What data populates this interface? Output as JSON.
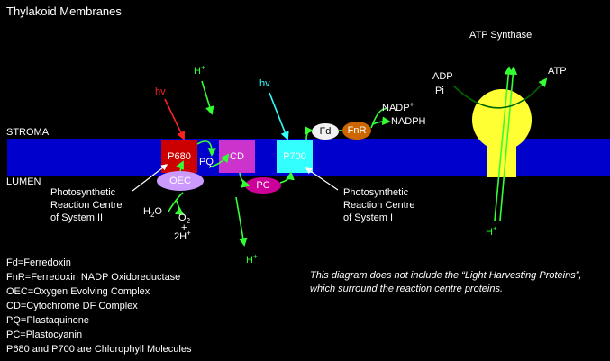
{
  "title": "Thylakoid Membranes",
  "labels": {
    "stroma": "STROMA",
    "lumen": "LUMEN",
    "atp_synthase": "ATP Synthase",
    "adp": "ADP",
    "pi": "Pi",
    "atp": "ATP",
    "hv1": "hv",
    "hv2": "hv",
    "h_top": "H",
    "h_bottom": "H",
    "h_right": "H",
    "plus": "+",
    "nadp": "NADP",
    "nadph": "NADPH",
    "h2o_h": "H",
    "h2o_sub": "2",
    "h2o_o": "O",
    "o2_o": "O",
    "o2_sub": "2",
    "h2o_plus": "+",
    "twoh": "2H",
    "ps2_caption": [
      "Photosynthetic",
      "Reaction Centre",
      "of System II"
    ],
    "ps1_caption": [
      "Photosynthetic",
      "Reaction Centre",
      "of System I"
    ]
  },
  "components": {
    "p680": "P680",
    "pq": "PQ",
    "cd": "CD",
    "p700": "P700",
    "oec": "OEC",
    "pc": "PC",
    "fd": "Fd",
    "fnr": "FnR"
  },
  "legend": [
    "Fd=Ferredoxin",
    "FnR=Ferredoxin NADP Oxidoreductase",
    "OEC=Oxygen Evolving Complex",
    "CD=Cytochrome DF Complex",
    "PQ=Plastaquinone",
    "PC=Plastocyanin",
    "P680 and P700 are Chlorophyll Molecules"
  ],
  "note": [
    "This diagram does not include the “Light Harvesting Proteins”,",
    "which surround the reaction centre proteins."
  ],
  "colors": {
    "membrane": "#0000cc",
    "p680": "#cc0000",
    "cd": "#cc33cc",
    "p700": "#33ffff",
    "oec": "#cc99ff",
    "pc": "#cc0099",
    "fd": "#f2f2f2",
    "fnr": "#cc6600",
    "atp_synthase": "#ffff33",
    "arrow_green": "#33ff33",
    "arrow_red": "#ff2020",
    "arrow_cyan": "#33ffff"
  }
}
